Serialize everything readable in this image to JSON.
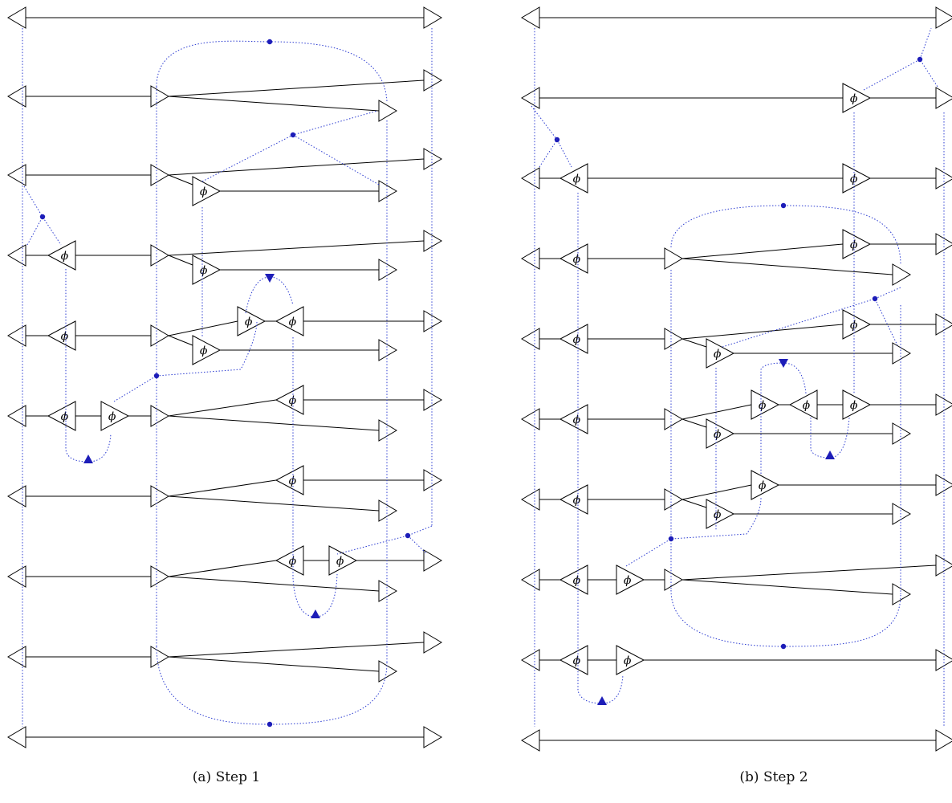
{
  "figure": {
    "node_symbol": "ϕ",
    "line_color": "#000000",
    "connector_color": "#2b3bd1",
    "marker_color": "#1d1db8"
  },
  "panels": [
    {
      "id": "a",
      "caption": "(a) Step 1"
    },
    {
      "id": "b",
      "caption": "(b) Step 2"
    }
  ]
}
